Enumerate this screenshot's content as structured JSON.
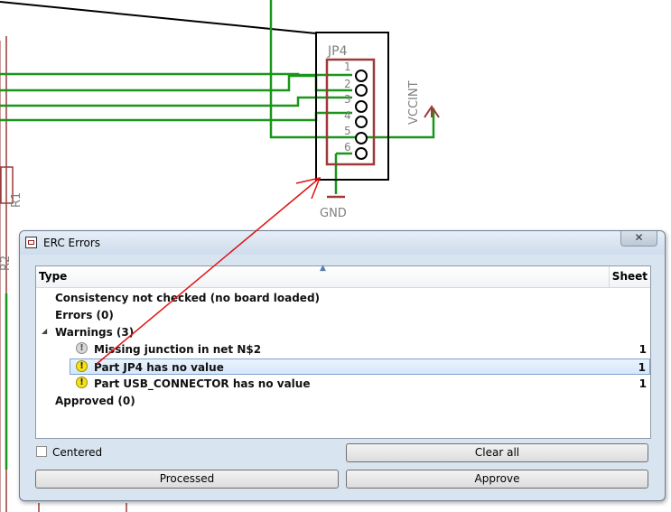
{
  "schematic": {
    "part_name": "JP4",
    "pin_numbers": [
      "1",
      "2",
      "3",
      "4",
      "5",
      "6"
    ],
    "supply_label": "VCCINT",
    "ground_label": "GND",
    "resistor_label": "R1",
    "resistor2_label": "R2",
    "colors": {
      "wire": "#1a961a",
      "part": "#9c3a3a",
      "frame": "#000000",
      "text": "#7f7f7f",
      "arrow": "#e01010"
    }
  },
  "dialog": {
    "title": "ERC Errors",
    "close_icon": "close-icon",
    "columns": {
      "type": "Type",
      "sheet": "Sheet"
    },
    "rows": {
      "consistency": "Consistency not checked (no board loaded)",
      "errors": "Errors (0)",
      "warnings": "Warnings (3)",
      "warning_items": [
        {
          "label": "Missing junction in net N$2",
          "sheet": "1",
          "icon": "grey-warning-icon"
        },
        {
          "label": "Part JP4 has no value",
          "sheet": "1",
          "icon": "yellow-warning-icon",
          "selected": true
        },
        {
          "label": "Part USB_CONNECTOR has no value",
          "sheet": "1",
          "icon": "yellow-warning-icon"
        }
      ],
      "approved": "Approved (0)"
    },
    "centered_label": "Centered",
    "centered_checked": false,
    "buttons": {
      "clear_all": "Clear all",
      "processed": "Processed",
      "approve": "Approve"
    }
  }
}
